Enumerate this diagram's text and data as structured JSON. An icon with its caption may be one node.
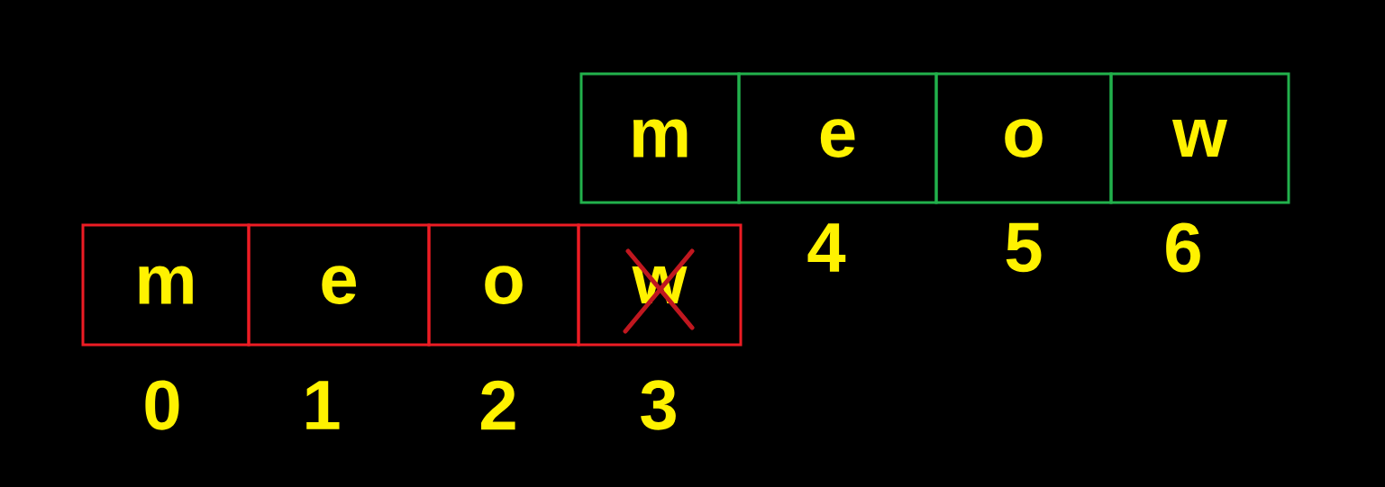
{
  "diagram": {
    "nodes": [
      {
        "text": [
          "m"
        ],
        "beside": [
          "0"
        ]
      },
      {
        "text": [
          "e"
        ],
        "beside": [
          "1"
        ]
      },
      {
        "text": [
          "o"
        ],
        "beside": [
          "2"
        ]
      },
      {
        "text": [
          "w"
        ],
        "beside": [
          "3"
        ]
      },
      {
        "text": [
          "m"
        ]
      },
      {
        "text": [
          "e"
        ],
        "beside": [
          "4"
        ]
      },
      {
        "text": [
          "o"
        ],
        "beside": [
          "5"
        ]
      },
      {
        "text": [
          "w"
        ],
        "beside": [
          "6"
        ]
      }
    ]
  }
}
